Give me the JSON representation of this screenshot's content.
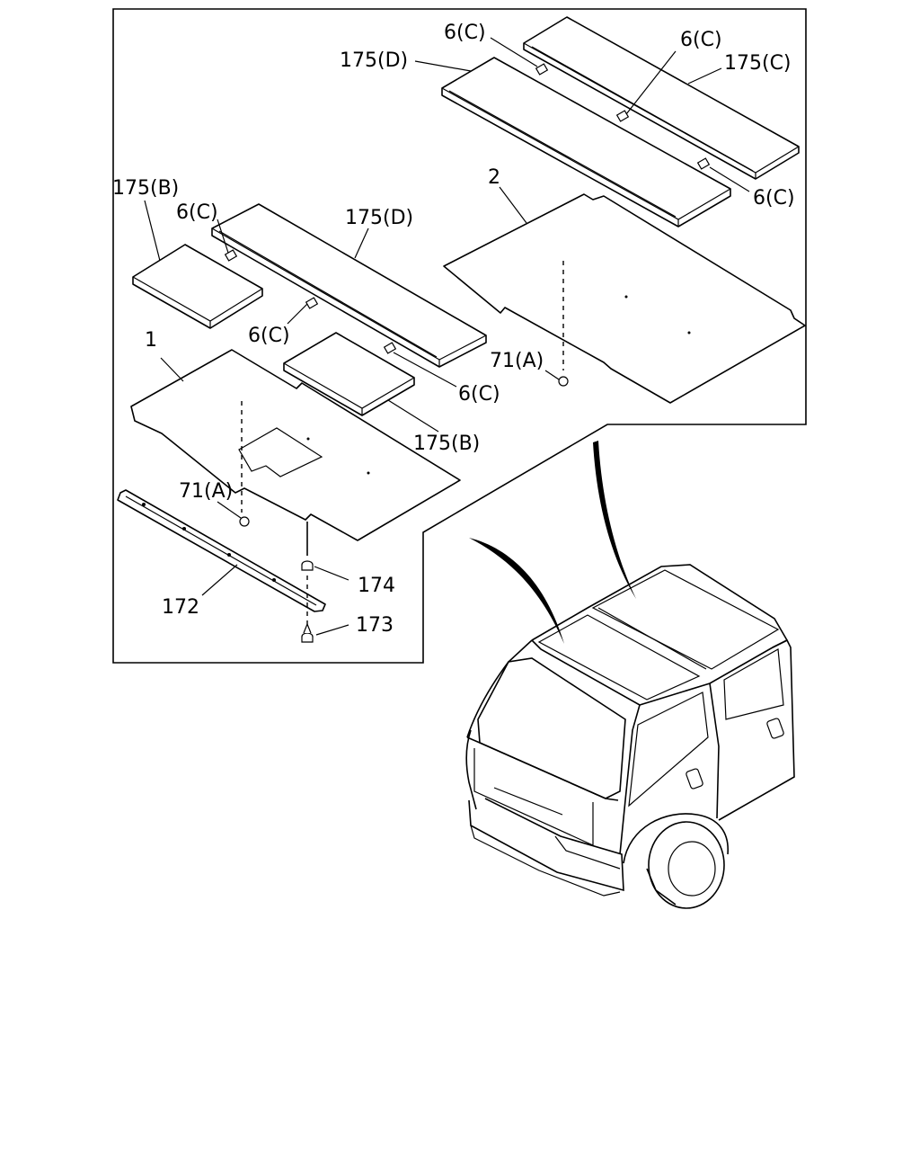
{
  "callouts": {
    "c6_top_left": "6(C)",
    "c6_top_right": "6(C)",
    "c175D_top": "175(D)",
    "c175C_top": "175(C)",
    "c6_right": "6(C)",
    "c2": "2",
    "c175B_left": "175(B)",
    "c6_left": "6(C)",
    "c175D_mid": "175(D)",
    "c6_mid": "6(C)",
    "c1": "1",
    "c71A_right": "71(A)",
    "c6_lower": "6(C)",
    "c175B_lower": "175(B)",
    "c71A_left": "71(A)",
    "c174": "174",
    "c172": "172",
    "c173": "173"
  }
}
